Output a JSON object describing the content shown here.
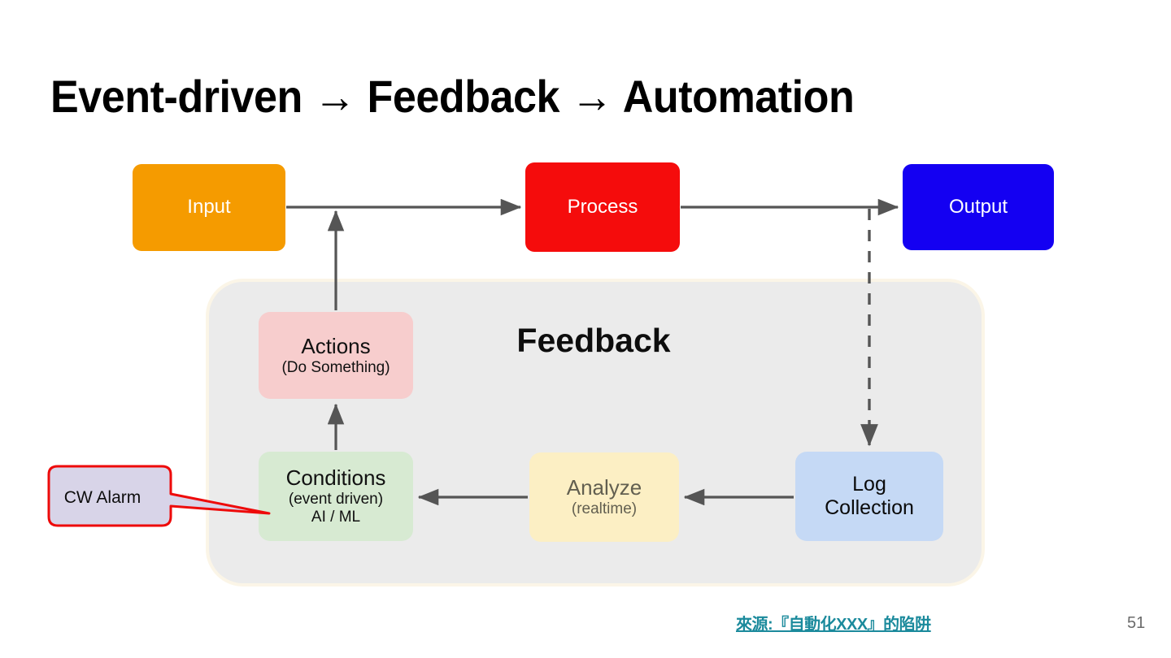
{
  "slide": {
    "title": "Event-driven → Feedback → Automation",
    "page_number": "51",
    "background_color": "#ffffff"
  },
  "pipeline": {
    "nodes": [
      {
        "id": "input",
        "label": "Input",
        "color": "#f59b00",
        "text_color": "#ffffff"
      },
      {
        "id": "process",
        "label": "Process",
        "color": "#f50c0c",
        "text_color": "#ffffff"
      },
      {
        "id": "output",
        "label": "Output",
        "color": "#1400f2",
        "text_color": "#ffffff"
      }
    ]
  },
  "feedback": {
    "panel_label": "Feedback",
    "panel_color": "#ebebeb",
    "nodes": [
      {
        "id": "actions",
        "line1": "Actions",
        "line2": "(Do Something)",
        "color": "#f7cdcd"
      },
      {
        "id": "conditions",
        "line1": "Conditions",
        "line2": "(event driven)",
        "line3": "AI / ML",
        "color": "#d7ead2"
      },
      {
        "id": "analyze",
        "line1": "Analyze",
        "line2": "(realtime)",
        "color": "#fcefc4"
      },
      {
        "id": "log_collection",
        "line1": "Log",
        "line2": "Collection",
        "color": "#c5d9f5"
      }
    ]
  },
  "callout": {
    "label": "CW Alarm",
    "fill_color": "#d8d4e8",
    "border_color": "#ee0a0a"
  },
  "footer": {
    "source_link": "來源:『自動化XXX』的陷阱",
    "link_color": "#1b8a9c"
  }
}
